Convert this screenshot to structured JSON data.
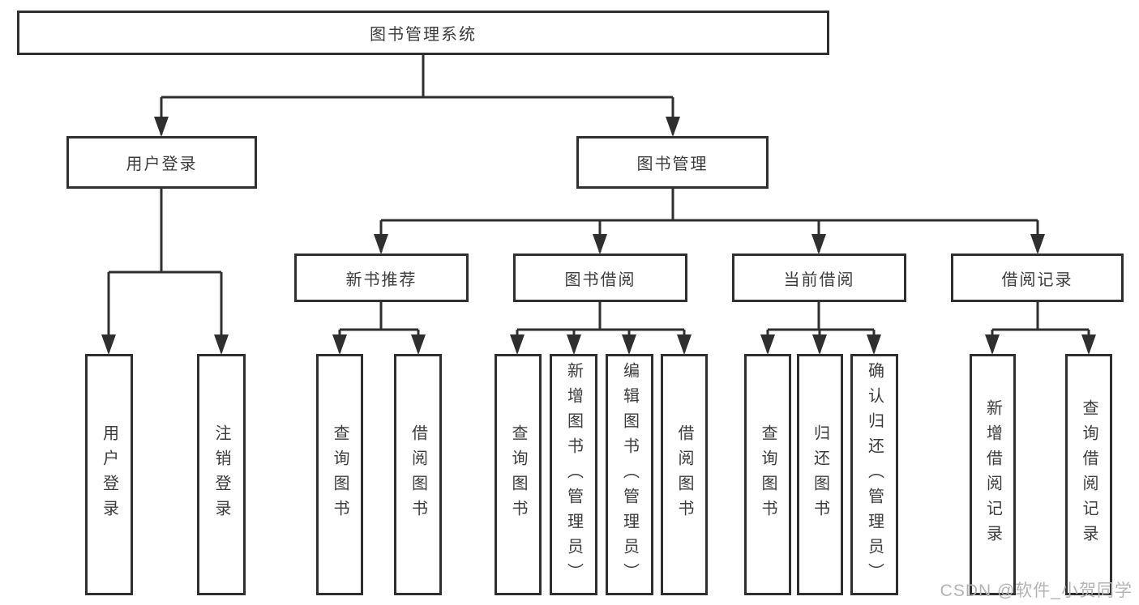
{
  "tree": {
    "label": "图书管理系统",
    "children": [
      {
        "label": "用户登录",
        "children": [
          {
            "label": "用户登录"
          },
          {
            "label": "注销登录"
          }
        ]
      },
      {
        "label": "图书管理",
        "children": [
          {
            "label": "新书推荐",
            "children": [
              {
                "label": "查询图书"
              },
              {
                "label": "借阅图书"
              }
            ]
          },
          {
            "label": "图书借阅",
            "children": [
              {
                "label": "查询图书"
              },
              {
                "label": "新增图书（管理员）"
              },
              {
                "label": "编辑图书（管理员）"
              },
              {
                "label": "借阅图书"
              }
            ]
          },
          {
            "label": "当前借阅",
            "children": [
              {
                "label": "查询图书"
              },
              {
                "label": "归还图书"
              },
              {
                "label": "确认归还（管理员）"
              }
            ]
          },
          {
            "label": "借阅记录",
            "children": [
              {
                "label": "新增借阅记录"
              },
              {
                "label": "查询借阅记录"
              }
            ]
          }
        ]
      }
    ]
  },
  "watermark": {
    "text": "CSDN @软件_小贺同学"
  },
  "colors": {
    "line": "#2f2f2f",
    "text": "#3c3c3c",
    "watermark": "#b4b4b4",
    "bg": "#ffffff"
  }
}
